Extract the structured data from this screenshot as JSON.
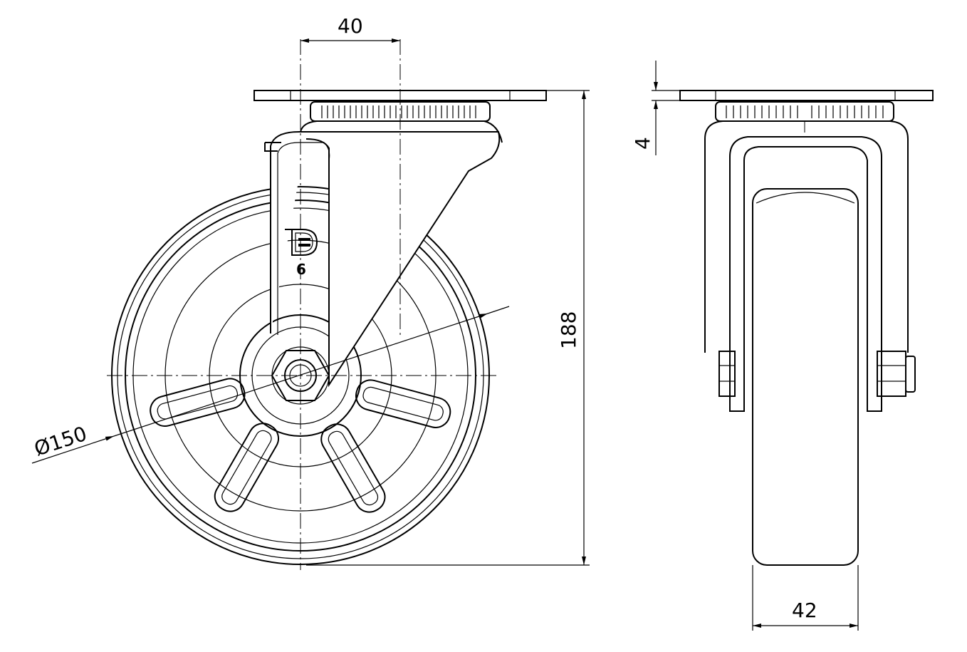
{
  "drawing": {
    "logo_number": "6",
    "dimensions": {
      "offset": "40",
      "overall_height": "188",
      "plate_thickness": "4",
      "wheel_diameter": "Ø150",
      "wheel_width": "42"
    }
  }
}
